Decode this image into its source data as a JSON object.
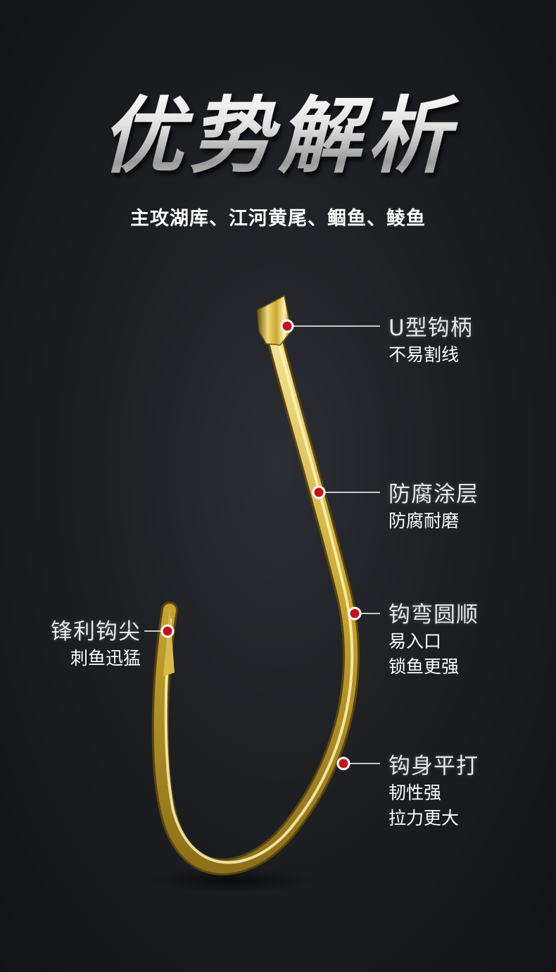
{
  "header": {
    "title": "优势解析",
    "subtitle": "主攻湖库、江河黄尾、鲴鱼、鲮鱼"
  },
  "callouts": [
    {
      "id": "u-shank",
      "title": "U型钩柄",
      "lines": [
        "不易割线"
      ]
    },
    {
      "id": "coating",
      "title": "防腐涂层",
      "lines": [
        "防腐耐磨"
      ]
    },
    {
      "id": "bend",
      "title": "钩弯圆顺",
      "lines": [
        "易入口",
        "锁鱼更强"
      ]
    },
    {
      "id": "body",
      "title": "钩身平打",
      "lines": [
        "韧性强",
        "拉力更大"
      ]
    },
    {
      "id": "point",
      "title": "锋利钩尖",
      "lines": [
        "刺鱼迅猛"
      ]
    }
  ],
  "colors": {
    "marker": "#c4121b",
    "hook_gold": "#e0c24a",
    "leader_line": "#ffffff"
  }
}
